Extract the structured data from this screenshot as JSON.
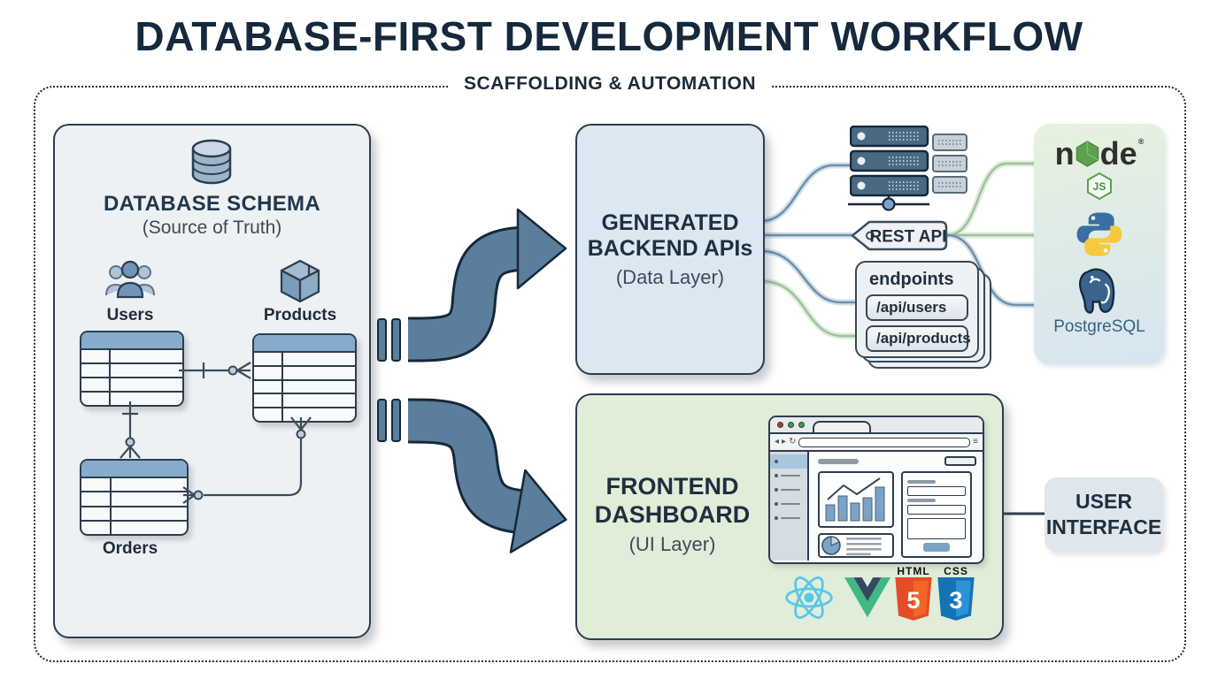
{
  "title": "DATABASE-FIRST DEVELOPMENT WORKFLOW",
  "container_label": "SCAFFOLDING & AUTOMATION",
  "schema": {
    "title": "DATABASE SCHEMA",
    "subtitle": "(Source of Truth)",
    "entities": {
      "users": "Users",
      "products": "Products",
      "orders": "Orders"
    }
  },
  "backend": {
    "title_line1": "GENERATED",
    "title_line2": "BACKEND APIs",
    "subtitle": "(Data Layer)"
  },
  "rest_api_label": "REST API",
  "endpoints": {
    "title": "endpoints",
    "routes": [
      "/api/users",
      "/api/products"
    ]
  },
  "backend_stack": {
    "node_n": "n",
    "node_de": "de",
    "node_reg": "®",
    "node_badge": "JS",
    "postgresql_label": "PostgreSQL"
  },
  "frontend": {
    "title_line1": "FRONTEND",
    "title_line2": "DASHBOARD",
    "subtitle": "(UI Layer)"
  },
  "frontend_stack": {
    "html_label": "HTML",
    "html_num": "5",
    "css_label": "CSS",
    "css_num": "3"
  },
  "ui_box": {
    "line1": "USER",
    "line2": "INTERFACE"
  },
  "colors": {
    "title_text": "#16283c",
    "arrow_blue": "#5b7e9d",
    "backend_panel": "#dbe7f1",
    "frontend_panel": "#e0edd8",
    "schema_panel": "#edf1f4",
    "table_header": "#87abcd",
    "connector_blue": "#6b90ad",
    "connector_green": "#9cc29a",
    "node_green": "#5fa04e",
    "python_blue": "#3a6ea5",
    "python_yellow": "#f7c93e",
    "postgres_blue": "#3a648c",
    "react_cyan": "#59c7e8",
    "vue_green": "#41b883",
    "vue_navy": "#35495e",
    "html5_orange": "#e44d26",
    "css3_blue": "#1572b6"
  }
}
